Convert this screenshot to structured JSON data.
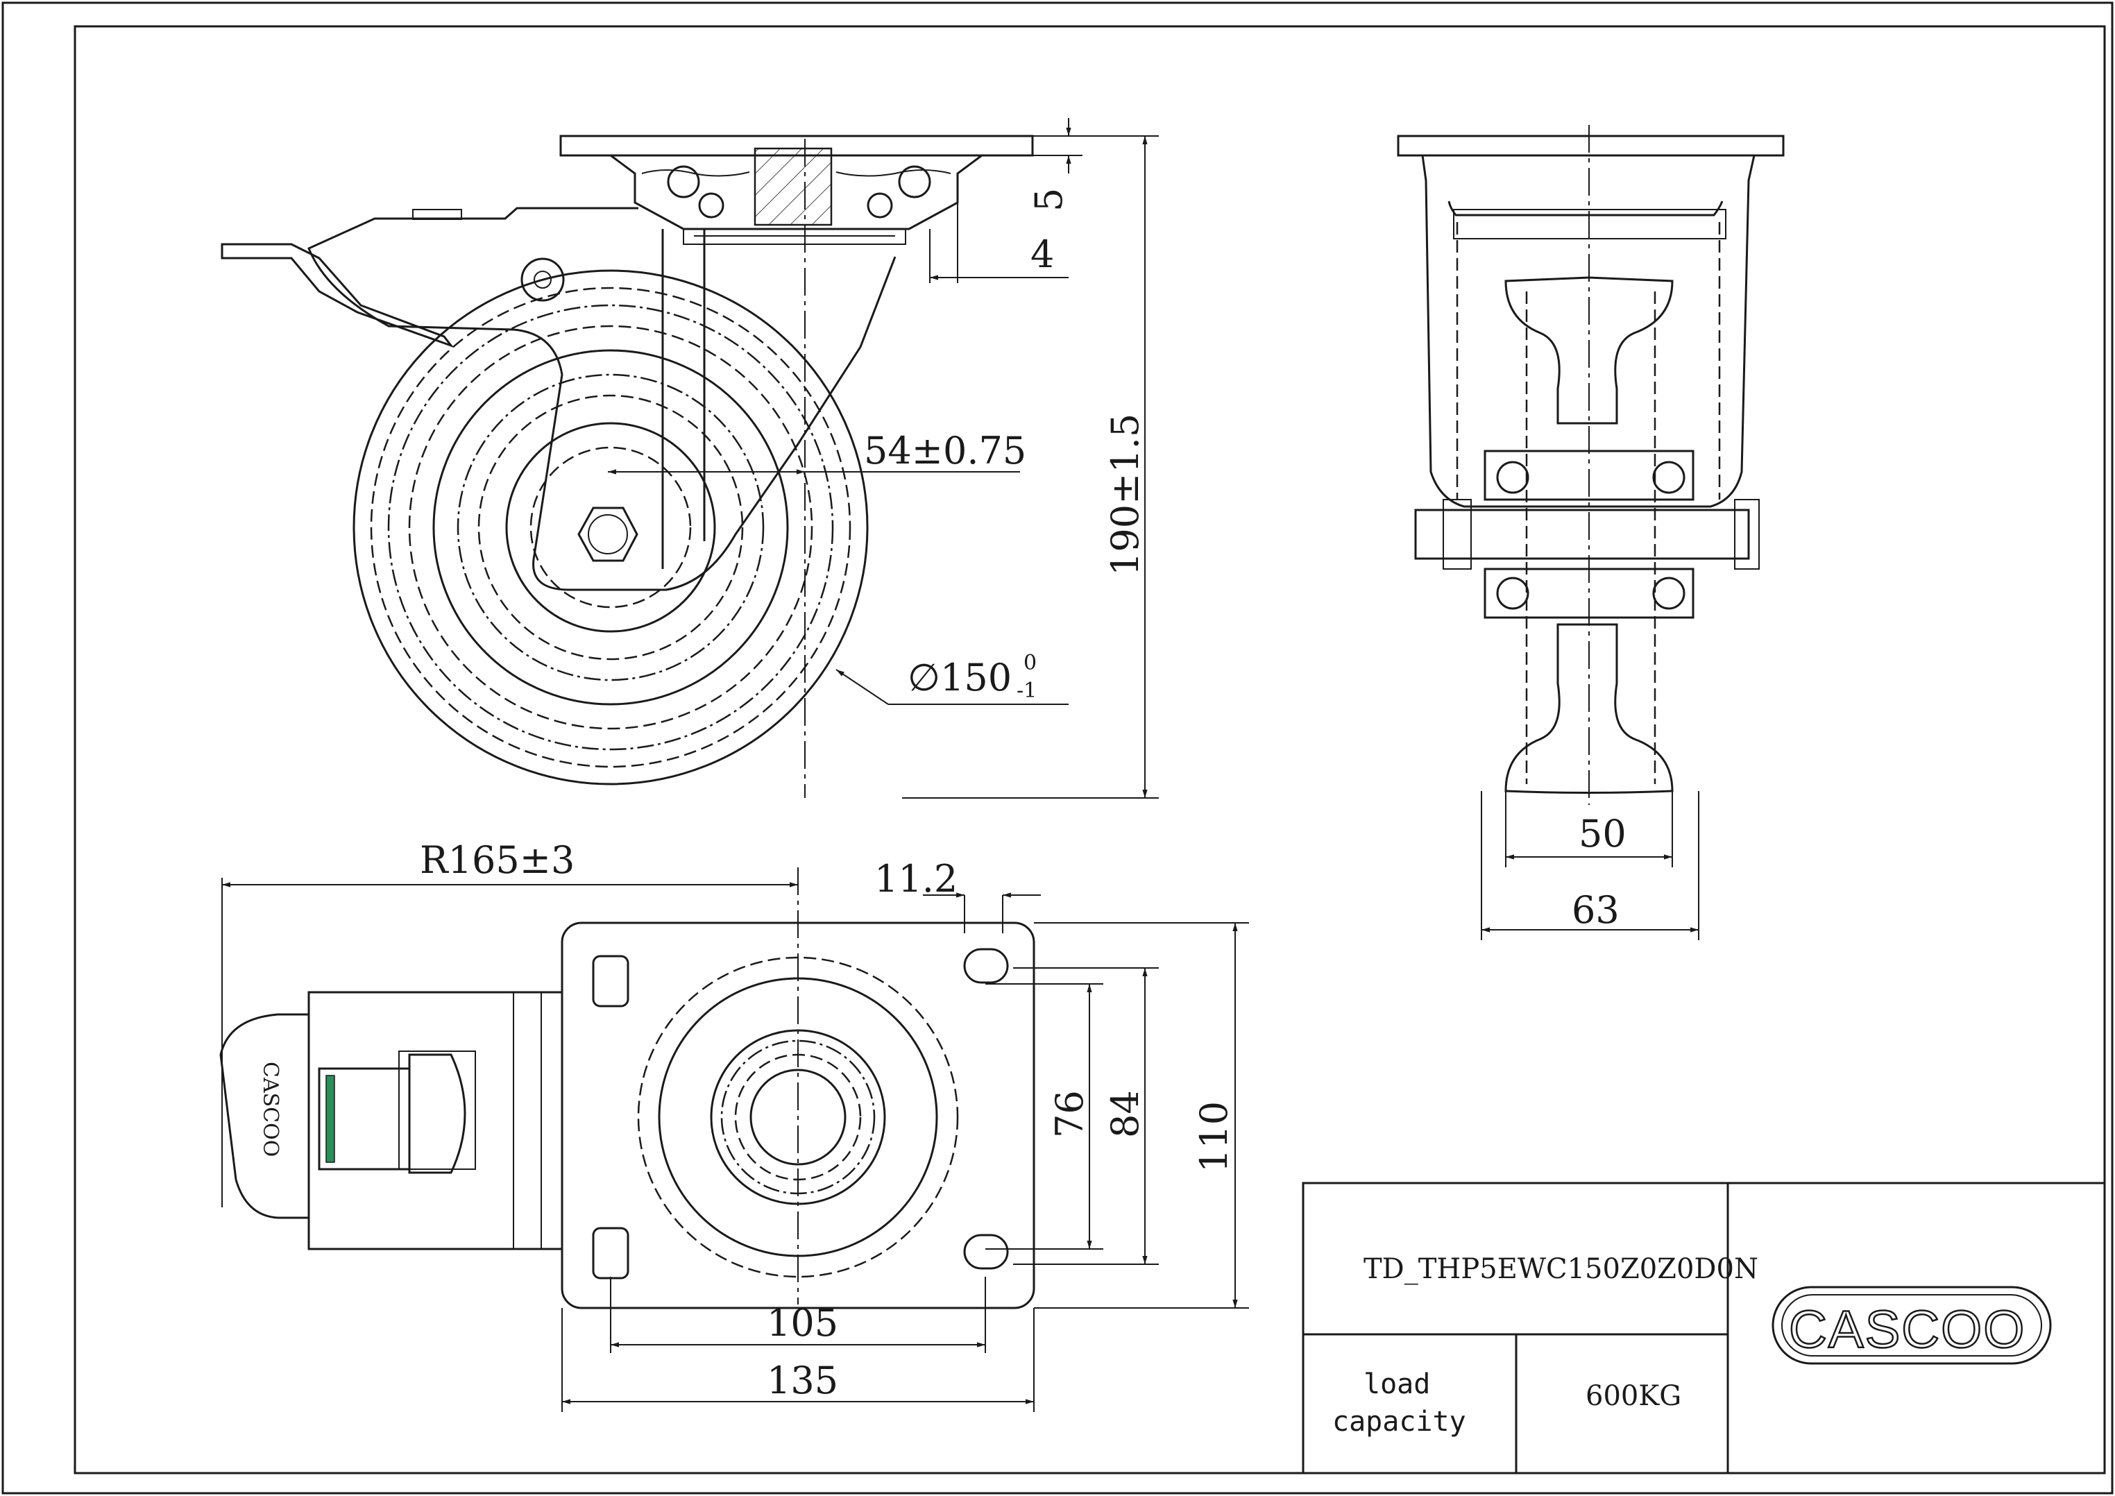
{
  "dimensions": {
    "swivel_offset": "54±0.75",
    "height": "190±1.5",
    "plate_thickness": "5",
    "gap": "4",
    "wheel_diameter": "∅150",
    "wheel_diameter_tol_upper": "0",
    "wheel_diameter_tol_lower": "-1",
    "swivel_radius": "R165±3",
    "hole_offset": "11.2",
    "hole_spacing_short": "76",
    "plate_width_inner": "84",
    "plate_width": "110",
    "hole_spacing_long": "105",
    "plate_length": "135",
    "wheel_width": "50",
    "fork_width": "63"
  },
  "brake_label": "CASCOO",
  "title_block": {
    "part_number": "TD_THP5EWC150Z0Z0D0N",
    "load_label_line1": "load",
    "load_label_line2": "capacity",
    "load_value": "600KG",
    "logo_text": "CASCOO"
  }
}
